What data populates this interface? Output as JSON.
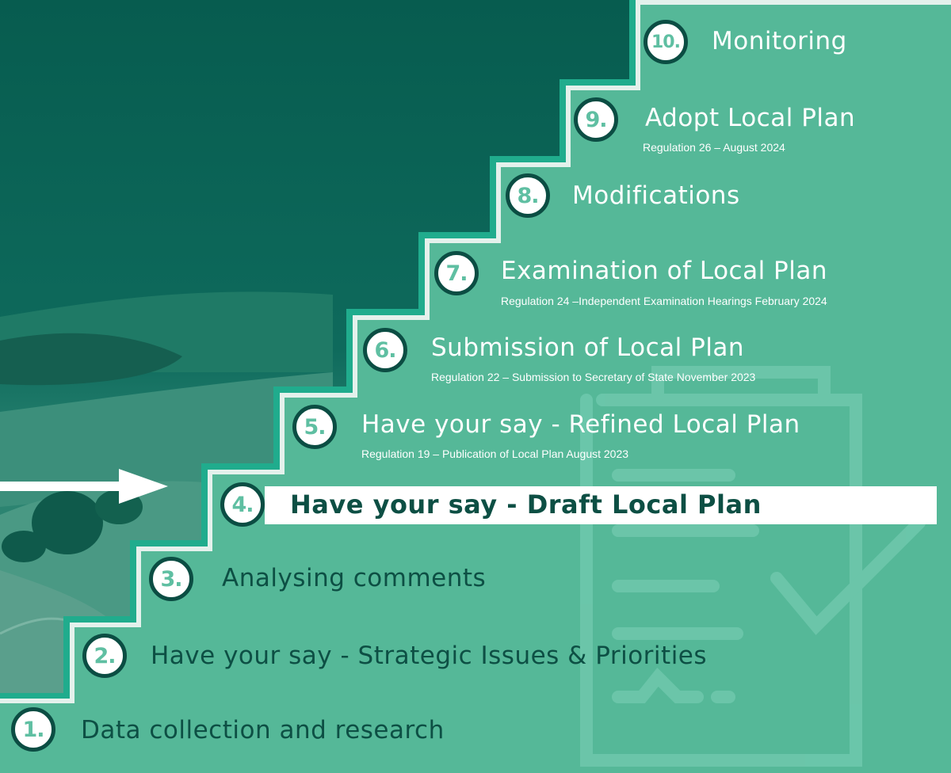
{
  "colors": {
    "teal_panel": "#55b898",
    "dark_teal": "#0b4d43",
    "photo_overlay": "#0b6e5f",
    "step_edge": "#e8f3ef",
    "highlight": "#ffffff"
  },
  "steps": [
    {
      "number": "1.",
      "title": "Data collection and research",
      "subtitle": ""
    },
    {
      "number": "2.",
      "title": "Have your say - Strategic Issues & Priorities",
      "subtitle": ""
    },
    {
      "number": "3.",
      "title": "Analysing comments",
      "subtitle": ""
    },
    {
      "number": "4.",
      "title": "Have your say - Draft Local Plan",
      "subtitle": "",
      "current": true
    },
    {
      "number": "5.",
      "title": "Have your say - Refined Local Plan",
      "subtitle": "Regulation 19 – Publication of Local Plan August 2023"
    },
    {
      "number": "6.",
      "title": "Submission of Local Plan",
      "subtitle": "Regulation 22 – Submission to Secretary of State November 2023"
    },
    {
      "number": "7.",
      "title": "Examination of Local Plan",
      "subtitle": "Regulation 24 –Independent Examination Hearings February 2024"
    },
    {
      "number": "8.",
      "title": "Modifications",
      "subtitle": ""
    },
    {
      "number": "9.",
      "title": "Adopt Local Plan",
      "subtitle": "Regulation 26 – August 2024"
    },
    {
      "number": "10.",
      "title": "Monitoring",
      "subtitle": ""
    }
  ],
  "icons": {
    "arrow": "right-arrow-icon",
    "clipboard": "clipboard-check-icon"
  }
}
